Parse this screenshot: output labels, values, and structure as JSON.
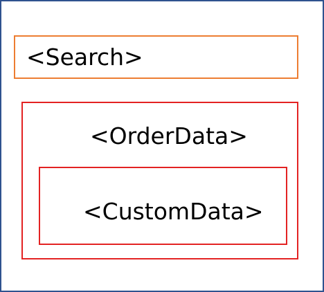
{
  "diagram": {
    "components": {
      "search": {
        "label": "<Search>",
        "border_color": "#ed7d31"
      },
      "order_data": {
        "label": "<OrderData>",
        "border_color": "#e32222"
      },
      "custom_data": {
        "label": "<CustomData>",
        "border_color": "#e32222"
      }
    },
    "frame_border_color": "#2f528f"
  }
}
